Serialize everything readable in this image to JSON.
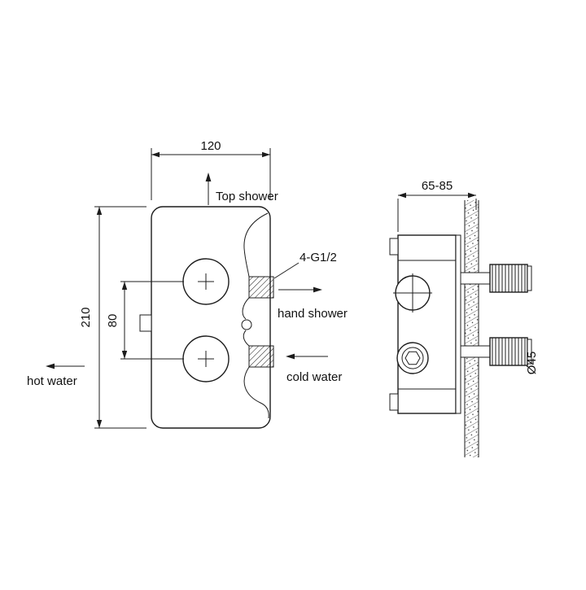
{
  "front_view": {
    "dim_width": "120",
    "dim_height": "210",
    "dim_port_spacing": "80",
    "label_top_shower": "Top shower",
    "label_thread": "4-G1/2",
    "label_hand_shower": "hand shower",
    "label_cold_water": "cold water",
    "label_hot_water": "hot water"
  },
  "side_view": {
    "dim_depth": "65-85",
    "dim_handle_diameter": "Ø45"
  },
  "colors": {
    "line": "#1c1c1c",
    "background": "#ffffff"
  }
}
